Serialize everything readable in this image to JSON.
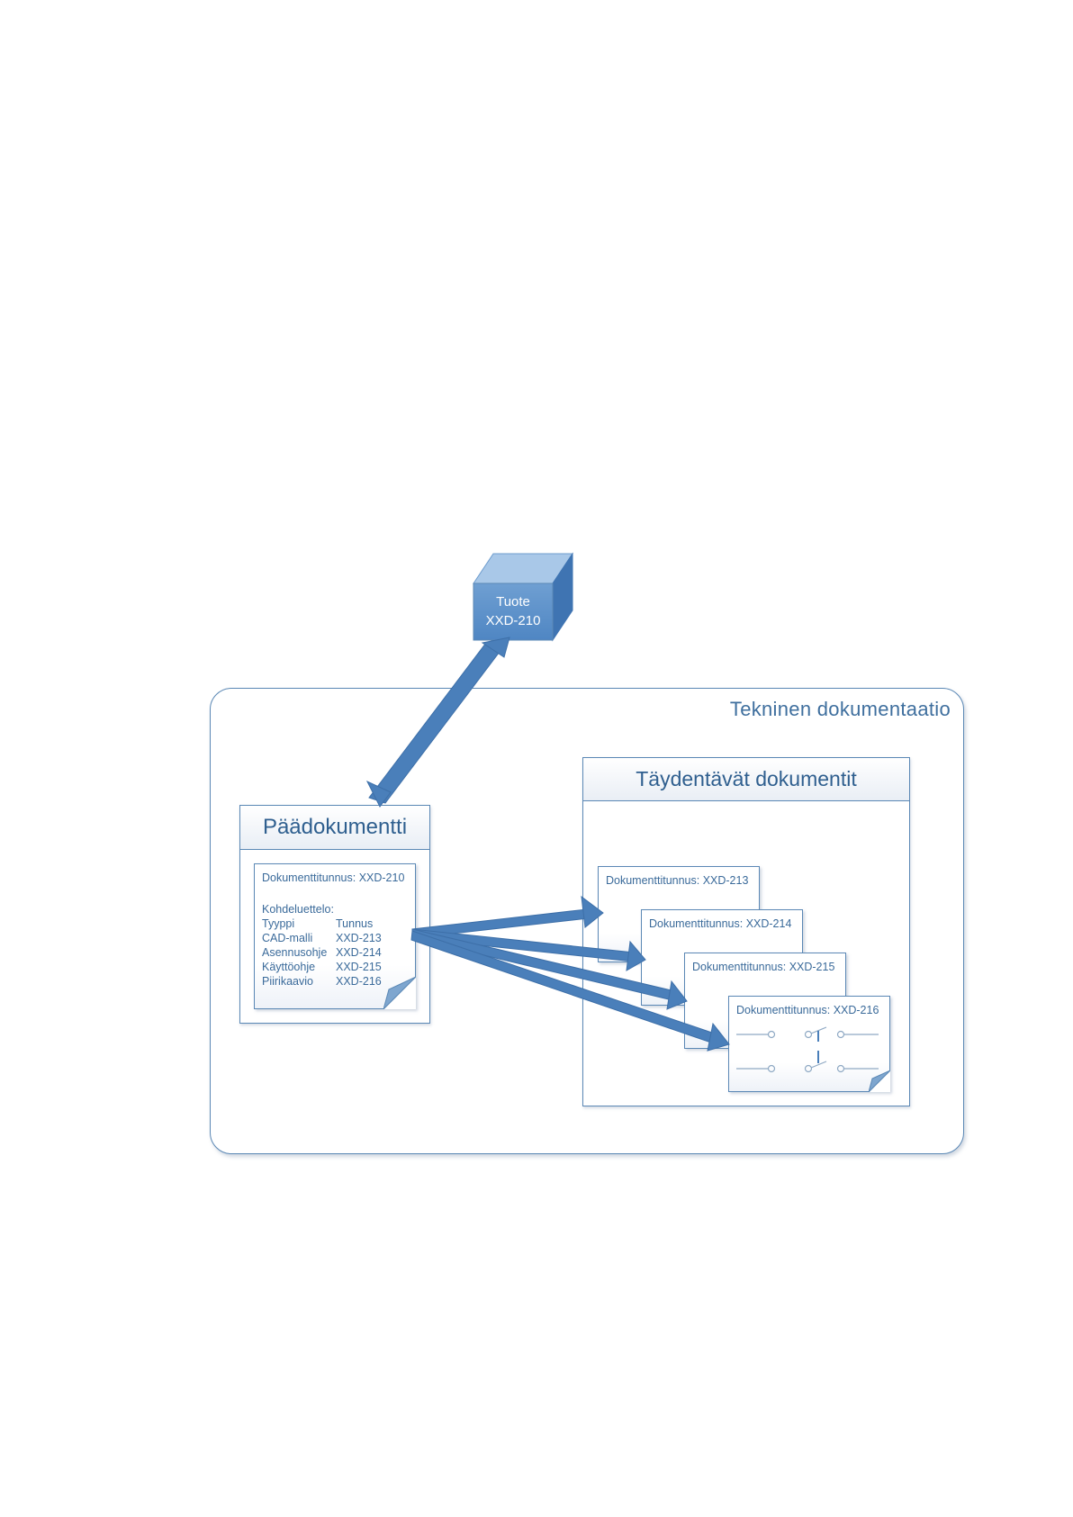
{
  "product": {
    "line1": "Tuote",
    "line2": "XXD-210"
  },
  "container": {
    "title": "Tekninen dokumentaatio"
  },
  "main_document": {
    "title": "Päädokumentti",
    "doc_id": "Dokumenttitunnus: XXD-210",
    "list_title": "Kohdeluettelo:",
    "columns": [
      "Tyyppi",
      "Tunnus"
    ],
    "rows": [
      {
        "type": "CAD-malli",
        "id": "XXD-213"
      },
      {
        "type": "Asennusohje",
        "id": "XXD-214"
      },
      {
        "type": "Käyttöohje",
        "id": "XXD-215"
      },
      {
        "type": "Piirikaavio",
        "id": "XXD-216"
      }
    ]
  },
  "supplementary": {
    "title": "Täydentävät dokumentit",
    "docs": [
      {
        "doc_id": "Dokumenttitunnus: XXD-213"
      },
      {
        "doc_id": "Dokumenttitunnus: XXD-214"
      },
      {
        "doc_id": "Dokumenttitunnus: XXD-215"
      },
      {
        "doc_id": "Dokumenttitunnus: XXD-216"
      }
    ]
  },
  "colors": {
    "accent": "#4a7fba",
    "line": "#5b88b5",
    "text": "#2e5e8c"
  }
}
